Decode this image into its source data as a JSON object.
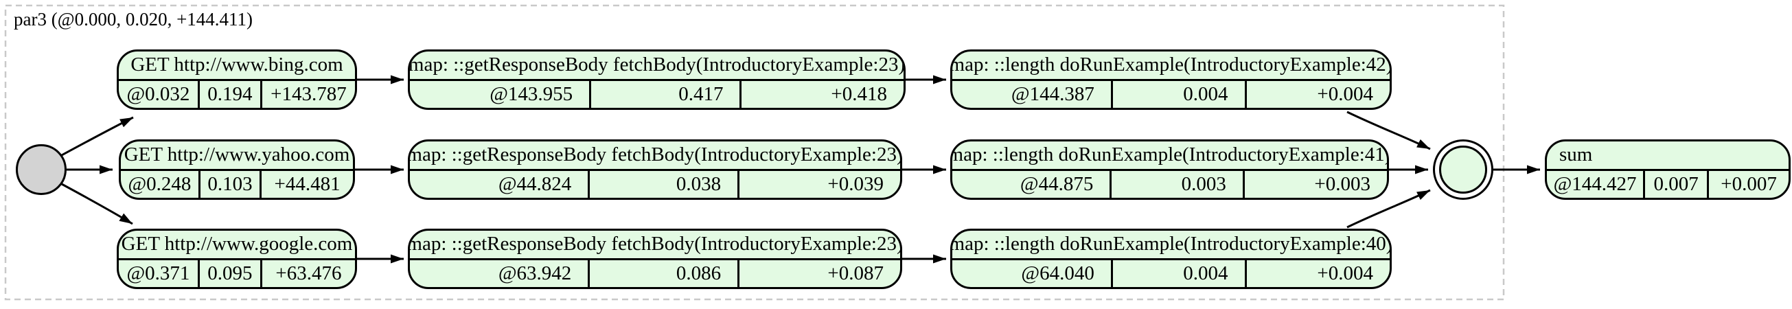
{
  "diagram": {
    "cluster_label": "par3 (@0.000, 0.020, +144.411)",
    "branches": [
      {
        "source": {
          "title": "GET http://www.bing.com",
          "start": "@0.032",
          "duration": "0.194",
          "elapsed": "+143.787"
        },
        "map_body": {
          "title": "map: ::getResponseBody fetchBody(IntroductoryExample:23)",
          "start": "@143.955",
          "duration": "0.417",
          "elapsed": "+0.418"
        },
        "map_length": {
          "title": "map: ::length doRunExample(IntroductoryExample:42)",
          "start": "@144.387",
          "duration": "0.004",
          "elapsed": "+0.004"
        }
      },
      {
        "source": {
          "title": "GET http://www.yahoo.com",
          "start": "@0.248",
          "duration": "0.103",
          "elapsed": "+44.481"
        },
        "map_body": {
          "title": "map: ::getResponseBody fetchBody(IntroductoryExample:23)",
          "start": "@44.824",
          "duration": "0.038",
          "elapsed": "+0.039"
        },
        "map_length": {
          "title": "map: ::length doRunExample(IntroductoryExample:41)",
          "start": "@44.875",
          "duration": "0.003",
          "elapsed": "+0.003"
        }
      },
      {
        "source": {
          "title": "GET http://www.google.com",
          "start": "@0.371",
          "duration": "0.095",
          "elapsed": "+63.476"
        },
        "map_body": {
          "title": "map: ::getResponseBody fetchBody(IntroductoryExample:23)",
          "start": "@63.942",
          "duration": "0.086",
          "elapsed": "+0.087"
        },
        "map_length": {
          "title": "map: ::length doRunExample(IntroductoryExample:40)",
          "start": "@64.040",
          "duration": "0.004",
          "elapsed": "+0.004"
        }
      }
    ],
    "sum": {
      "title": "sum",
      "start": "@144.427",
      "duration": "0.007",
      "elapsed": "+0.007"
    },
    "colors": {
      "node_fill": "#e3fae3",
      "start_node_fill": "#d3d3d3",
      "node_border": "#000000",
      "edge": "#000000",
      "cluster_border": "#c9c9c9"
    }
  }
}
